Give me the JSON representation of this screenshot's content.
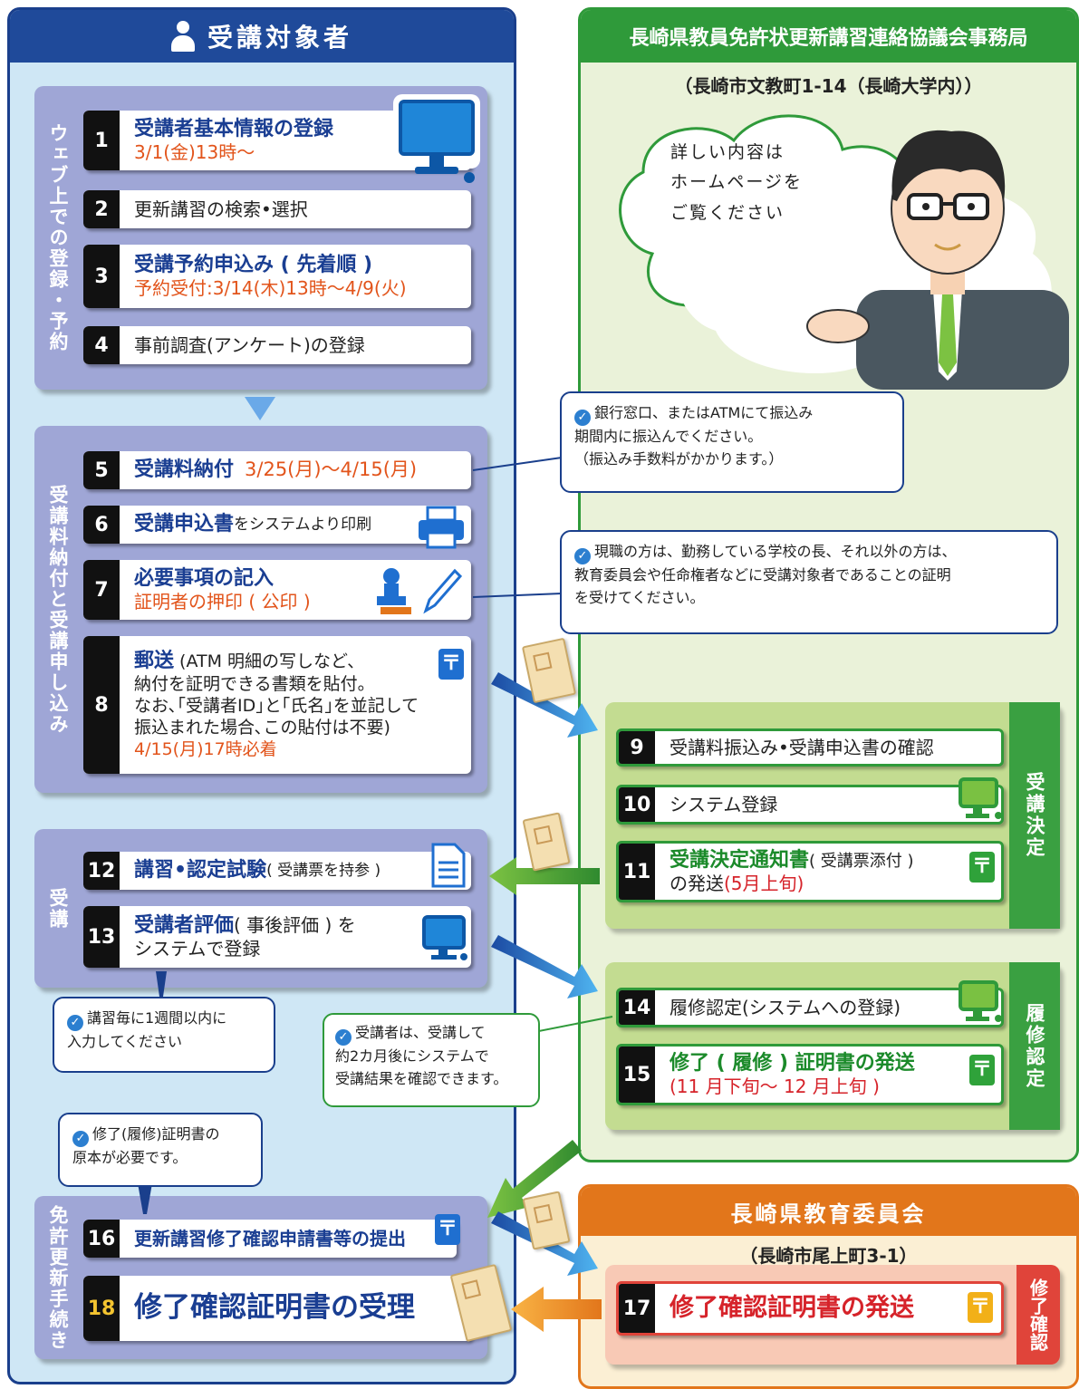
{
  "left_header": "受講対象者",
  "right_header": "長崎県教員免許状更新講習連絡協議会事務局",
  "right_address": "（長崎市文教町1-14（長崎大学内））",
  "orange_header": "長崎県教育委員会",
  "orange_address": "（長崎市尾上町3-1）",
  "bubble": {
    "line1": "詳しい内容は",
    "line2": "ホームページを",
    "line3": "ご覧ください"
  },
  "groups": {
    "web": "ウェブ上での登録・予約",
    "payment": "受講料納付と受講申し込み",
    "attend": "受講",
    "renew": "免許更新手続き",
    "decision": "受講決定",
    "certify": "履修認定",
    "completion": "修了確認"
  },
  "steps": {
    "s1": {
      "num": "1",
      "title": "受講者基本情報の登録",
      "sub": "3/1(金)13時〜"
    },
    "s2": {
      "num": "2",
      "title": "更新講習の検索•選択"
    },
    "s3": {
      "num": "3",
      "title": "受講予約申込み ( 先着順 )",
      "sub": "予約受付:3/14(木)13時〜4/9(火)"
    },
    "s4": {
      "num": "4",
      "title": "事前調査(アンケート)の登録"
    },
    "s5": {
      "num": "5",
      "title": "受講料納付",
      "sub": "3/25(月)〜4/15(月)"
    },
    "s6": {
      "num": "6",
      "title": "受講申込書",
      "rest": "をシステムより印刷"
    },
    "s7": {
      "num": "7",
      "title": "必要事項の記入",
      "sub": "証明者の押印 ( 公印 )"
    },
    "s8": {
      "num": "8",
      "title": "郵送",
      "l1": " (ATM 明細の写しなど、",
      "l2": "納付を証明できる書類を貼付。",
      "l3": "なお､｢受講者ID｣と｢氏名｣を並記して",
      "l4": "振込まれた場合､この貼付は不要)",
      "sub": "4/15(月)17時必着"
    },
    "s9": {
      "num": "9",
      "title": "受講料振込み•受講申込書の確認"
    },
    "s10": {
      "num": "10",
      "title": "システム登録"
    },
    "s11": {
      "num": "11",
      "title": "受講決定通知書",
      "rest": "( 受講票添付 )",
      "l2": "の発送",
      "sub": "(5月上旬)"
    },
    "s12": {
      "num": "12",
      "title": "講習•認定試験",
      "rest": "( 受講票を持参 )"
    },
    "s13": {
      "num": "13",
      "title": "受講者評価",
      "rest": "( 事後評価 ) を",
      "l2": "システムで登録"
    },
    "s14": {
      "num": "14",
      "title": "履修認定(システムへの登録)"
    },
    "s15": {
      "num": "15",
      "title": "修了 ( 履修 ) 証明書の発送",
      "sub": "(11 月下旬〜 12 月上旬 )"
    },
    "s16": {
      "num": "16",
      "title": "更新講習修了確認申請書等の提出"
    },
    "s17": {
      "num": "17",
      "title": "修了確認証明書の発送"
    },
    "s18": {
      "num": "18",
      "title": "修了確認証明書の受理"
    }
  },
  "notes": {
    "bank": {
      "l1": "銀行窓口、またはATMにて振込み",
      "l2": "期間内に振込んでください。",
      "l3": "（振込み手数料がかかります。）"
    },
    "cert": {
      "l1": "現職の方は、勤務している学校の長、それ以外の方は、",
      "l2": "教育委員会や任命権者などに受講対象者であることの証明",
      "l3": "を受けてください。"
    },
    "weekly": {
      "l1": "講習毎に1週間以内に",
      "l2": "入力してください"
    },
    "result": {
      "l1": "受講者は、受講して",
      "l2": "約2カ月後にシステムで",
      "l3": "受講結果を確認できます。"
    },
    "original": {
      "l1": "修了(履修)証明書の",
      "l2": "原本が必要です。"
    }
  },
  "colors": {
    "navy": "#1a3f8c",
    "green": "#2f9a3a",
    "orange": "#e2761b",
    "accent_red": "#d6232a"
  }
}
